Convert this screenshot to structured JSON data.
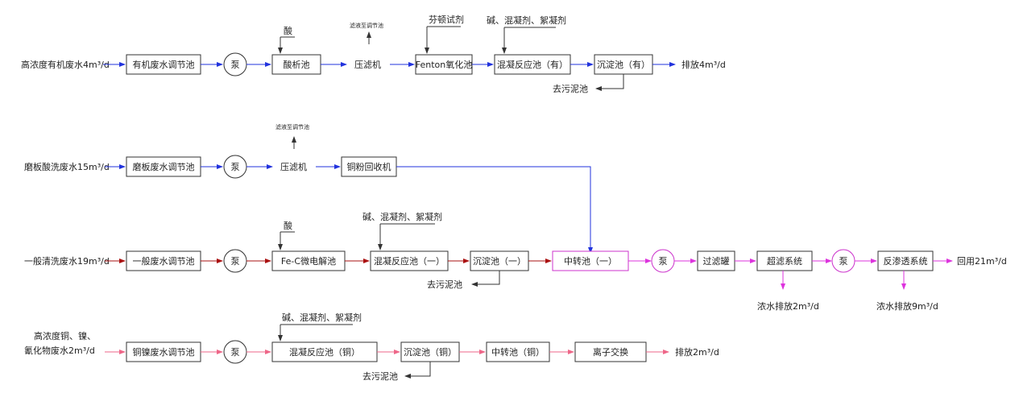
{
  "colors": {
    "organic": "#2233dd",
    "grinding": "#2233dd",
    "general": "#aa1111",
    "shared": "#dd33dd",
    "copper": "#ee6688",
    "line": "#333333"
  },
  "pump_label": "泵",
  "row1": {
    "source": "高浓度有机废水4m³/d",
    "equalization": "有机废水调节池",
    "acid_tank": "酸析池",
    "acid_dose": "酸",
    "filter_press": "压滤机",
    "filtrate": "滤液至调节池",
    "fenton": "Fenton氧化池",
    "fenton_reagent": "芬顿试剂",
    "coag": "混凝反应池（有）",
    "coag_dose": "碱、混凝剂、絮凝剂",
    "settle": "沉淀池（有）",
    "sludge": "去污泥池",
    "discharge": "排放4m³/d"
  },
  "row2": {
    "source": "磨板酸洗废水15m³/d",
    "equalization": "磨板废水调节池",
    "filter_press": "压滤机",
    "filtrate": "滤液至调节池",
    "recovery": "铜粉回收机"
  },
  "row3": {
    "source": "一般清洗废水19m³/d",
    "equalization": "一般废水调节池",
    "fe_c": "Fe-C微电解池",
    "acid_dose": "酸",
    "coag": "混凝反应池（一）",
    "coag_dose": "碱、混凝剂、絮凝剂",
    "settle": "沉淀池（一）",
    "sludge": "去污泥池",
    "transfer": "中转池（一）",
    "filter_tank": "过滤罐",
    "uf": "超滤系统",
    "uf_concentrate": "浓水排放2m³/d",
    "ro": "反渗透系统",
    "ro_concentrate": "浓水排放9m³/d",
    "reuse": "回用21m³/d"
  },
  "row4": {
    "source_line1": "高浓度铜、镍、",
    "source_line2": "氰化物废水2m³/d",
    "equalization": "铜镍废水调节池",
    "coag": "混凝反应池（铜）",
    "coag_dose": "碱、混凝剂、絮凝剂",
    "settle": "沉淀池（铜）",
    "sludge": "去污泥池",
    "transfer": "中转池（铜）",
    "ion_exchange": "离子交换",
    "discharge": "排放2m³/d"
  }
}
